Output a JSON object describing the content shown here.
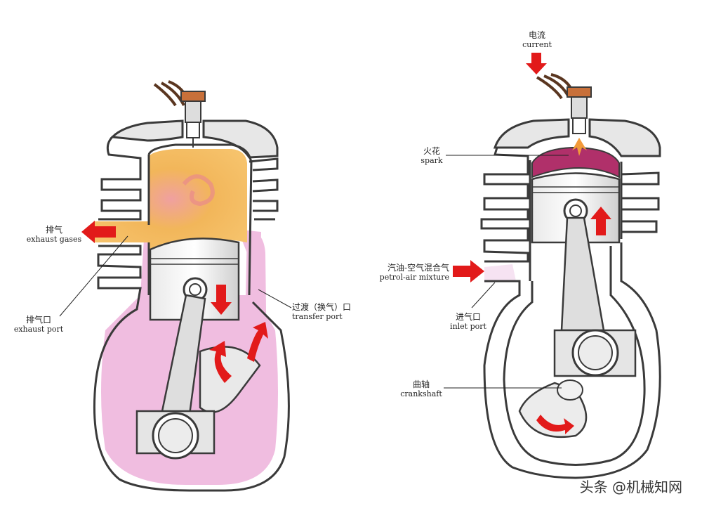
{
  "left_diagram": {
    "labels": {
      "exhaust_gases": {
        "zh": "排气",
        "en": "exhaust gases"
      },
      "exhaust_port": {
        "zh": "排气口",
        "en": "exhaust port"
      },
      "transfer_port": {
        "zh": "过渡（换气）口",
        "en": "transfer port"
      }
    }
  },
  "right_diagram": {
    "labels": {
      "current": {
        "zh": "电流",
        "en": "current"
      },
      "spark": {
        "zh": "火花",
        "en": "spark"
      },
      "petrol_air": {
        "zh": "汽油-空气混合气",
        "en": "petrol-air mixture"
      },
      "inlet_port": {
        "zh": "进气口",
        "en": "inlet port"
      },
      "crankshaft": {
        "zh": "曲轴",
        "en": "crankshaft"
      }
    }
  },
  "watermark": "头条 @机械知网",
  "colors": {
    "arrow": "#e21a1a",
    "exhaust_fill": "#f2b65a",
    "crankcase_fill": "#f0bde0",
    "combustion_fill": "#b0306a",
    "outline": "#3a3a3a"
  }
}
